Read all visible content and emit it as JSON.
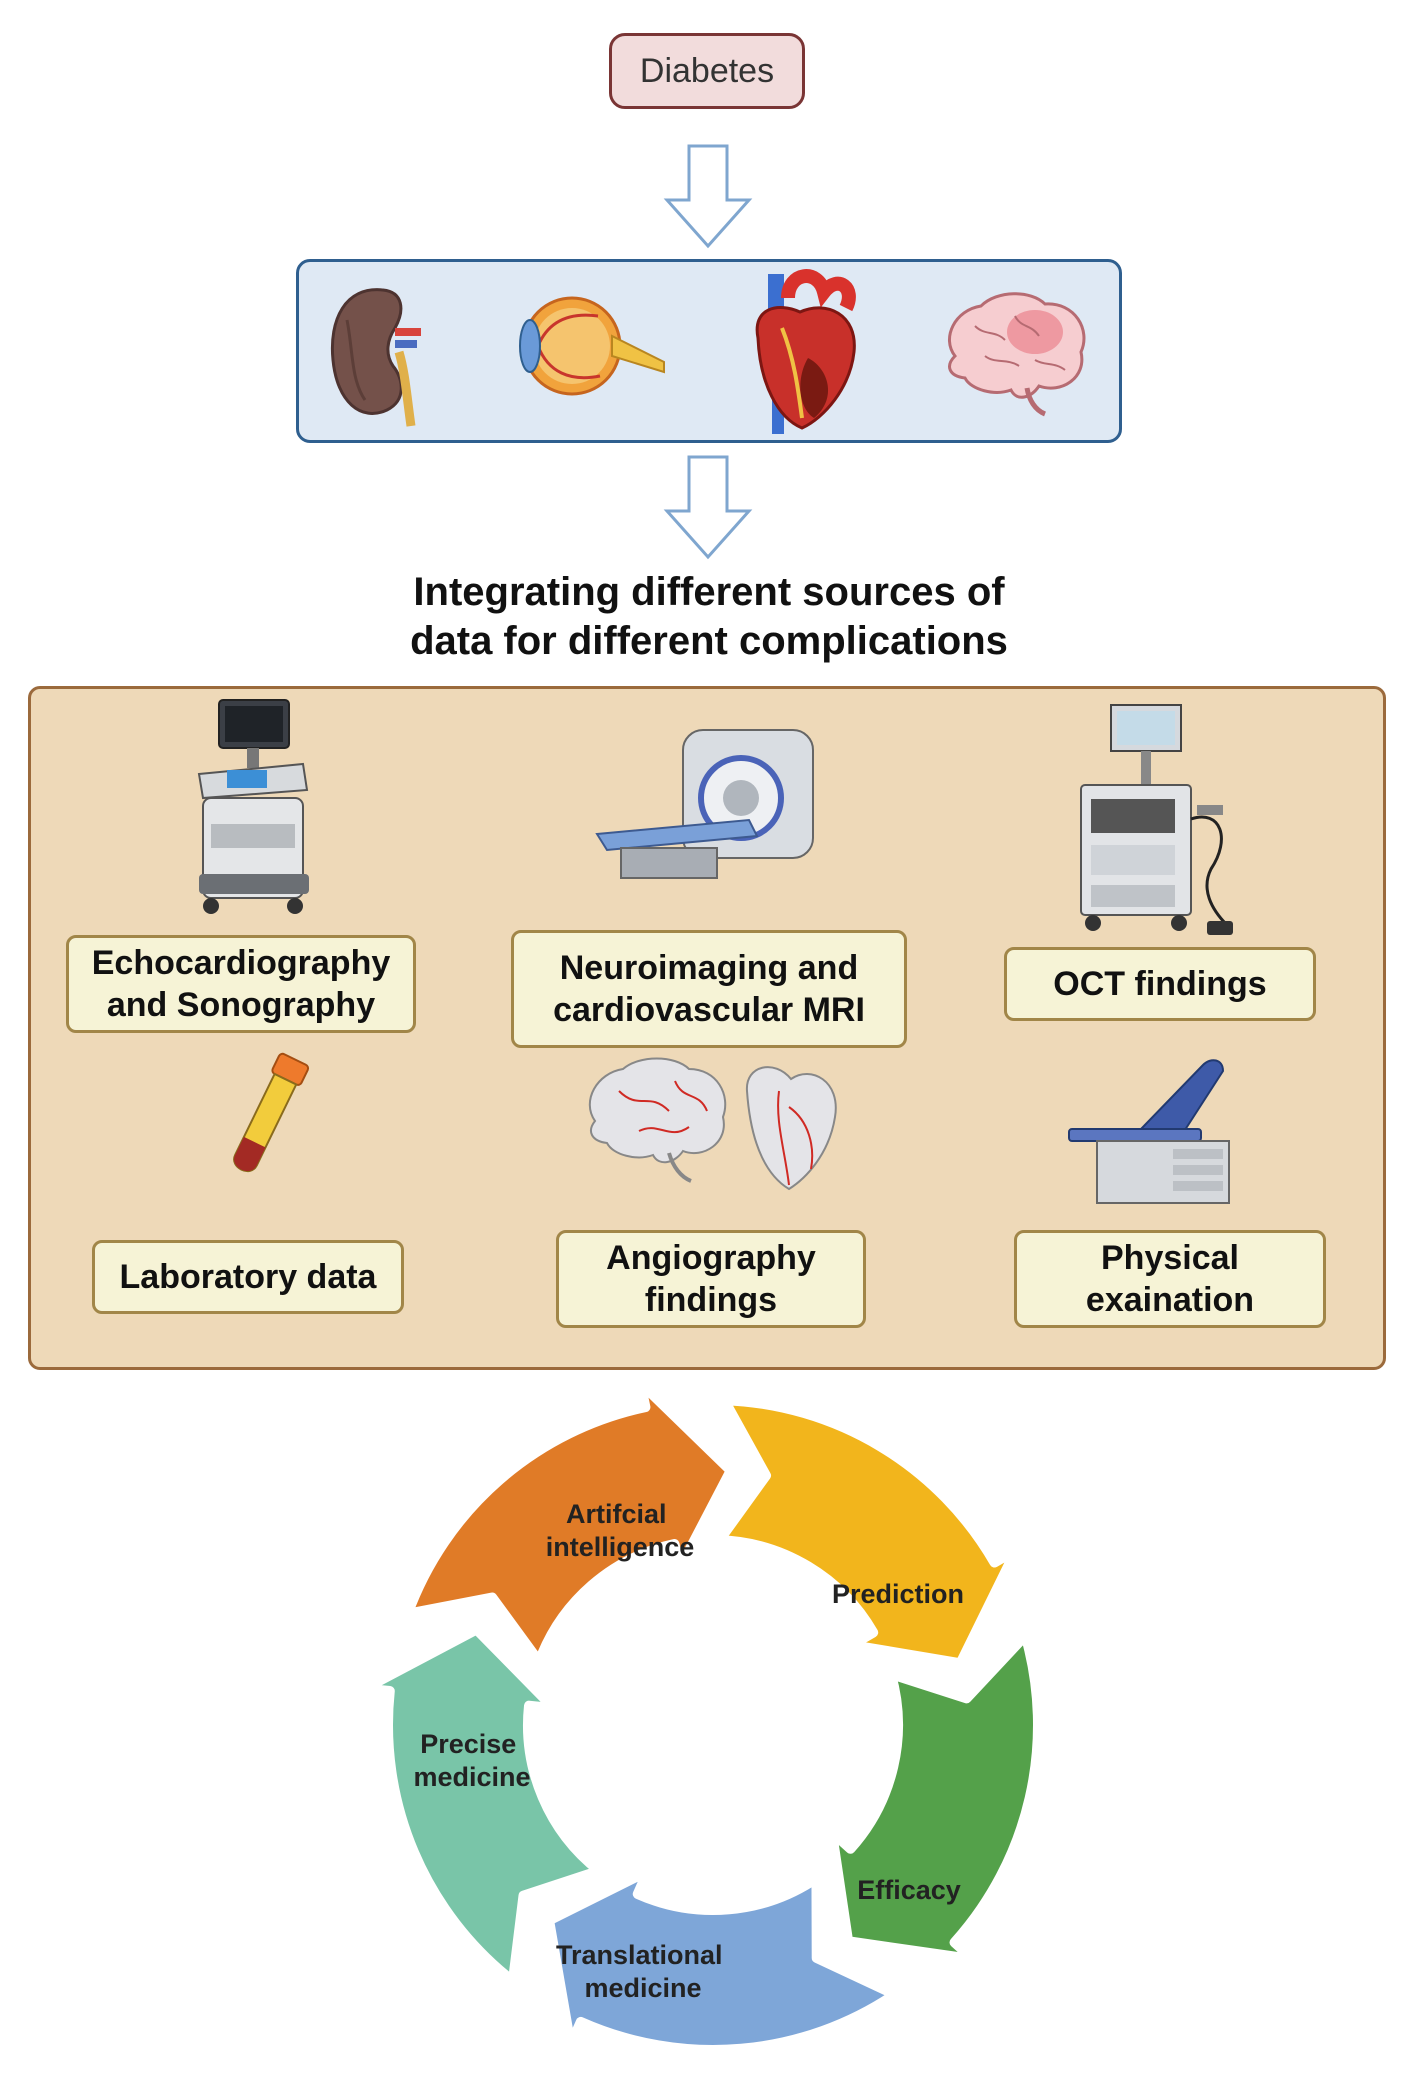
{
  "top_label": "Diabetes",
  "heading_line1": "Integrating different sources of",
  "heading_line2": "data for different complications",
  "organs": [
    "kidney-icon",
    "eye-icon",
    "heart-icon",
    "brain-icon"
  ],
  "data_sources": {
    "echo": {
      "line1": "Echocardiography",
      "line2": "and Sonography"
    },
    "neuro": {
      "line1": "Neuroimaging and",
      "line2": "cardiovascular MRI"
    },
    "oct": "OCT findings",
    "lab": "Laboratory data",
    "angio": {
      "line1": "Angiography",
      "line2": "findings"
    },
    "physical": {
      "line1": "Physical",
      "line2": "exaination"
    }
  },
  "cycle": {
    "ai": {
      "line1": "Artifcial",
      "line2": "intelligence",
      "color": "#e07b27"
    },
    "prediction": {
      "line1": "Prediction",
      "color": "#f2b51c"
    },
    "efficacy": {
      "line1": "Efficacy",
      "color": "#54a14a"
    },
    "translational": {
      "line1": "Translational",
      "line2": "medicine",
      "color": "#7ea6d8"
    },
    "precise": {
      "line1": "Precise",
      "line2": "medicine",
      "color": "#79c5a8"
    }
  },
  "colors": {
    "diabetes_fill": "#f2dcdc",
    "organ_panel_fill": "#dfe9f4",
    "data_panel_fill": "#eed9b8",
    "label_fill": "#f6f3d6"
  }
}
